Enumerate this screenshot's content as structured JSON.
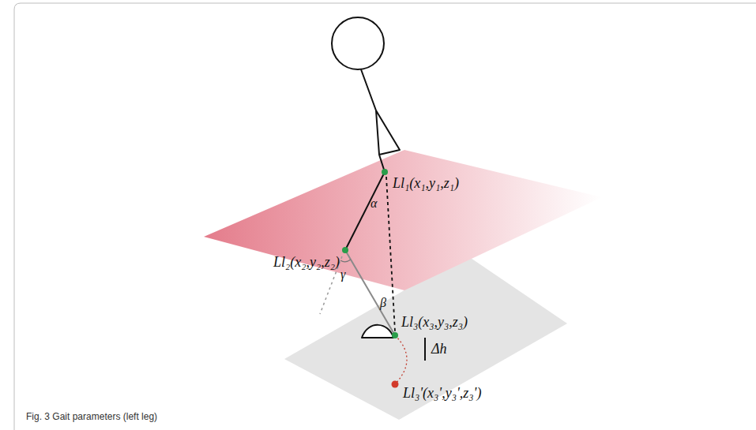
{
  "diagram": {
    "caption": "Fig. 3 Gait parameters (left leg)",
    "labels": [
      "Ll₁(x₁,y₁,z₁)",
      "α",
      "Ll₂(x₂,y₂,z₂)",
      "γ",
      "β",
      "Ll₃(x₃,y₃,z₃)",
      "Δh",
      "Ll₃'(x₃',y₃',z₃')"
    ]
  }
}
